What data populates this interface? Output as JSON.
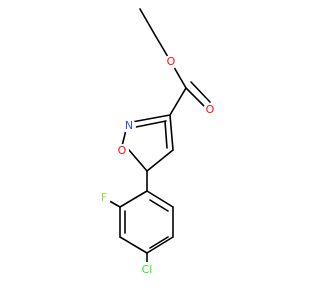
{
  "structure": {
    "atom_labels": {
      "ester_oxygen": "O",
      "carbonyl_oxygen": "O",
      "ring_nitrogen": "N",
      "ring_oxygen": "O",
      "fluorine": "F",
      "chlorine": "Cl"
    },
    "colors": {
      "bond": "#000000",
      "oxygen": "#ff0d0d",
      "nitrogen": "#3050f8",
      "fluorine": "#90e050",
      "chlorine": "#1ff01f"
    }
  }
}
